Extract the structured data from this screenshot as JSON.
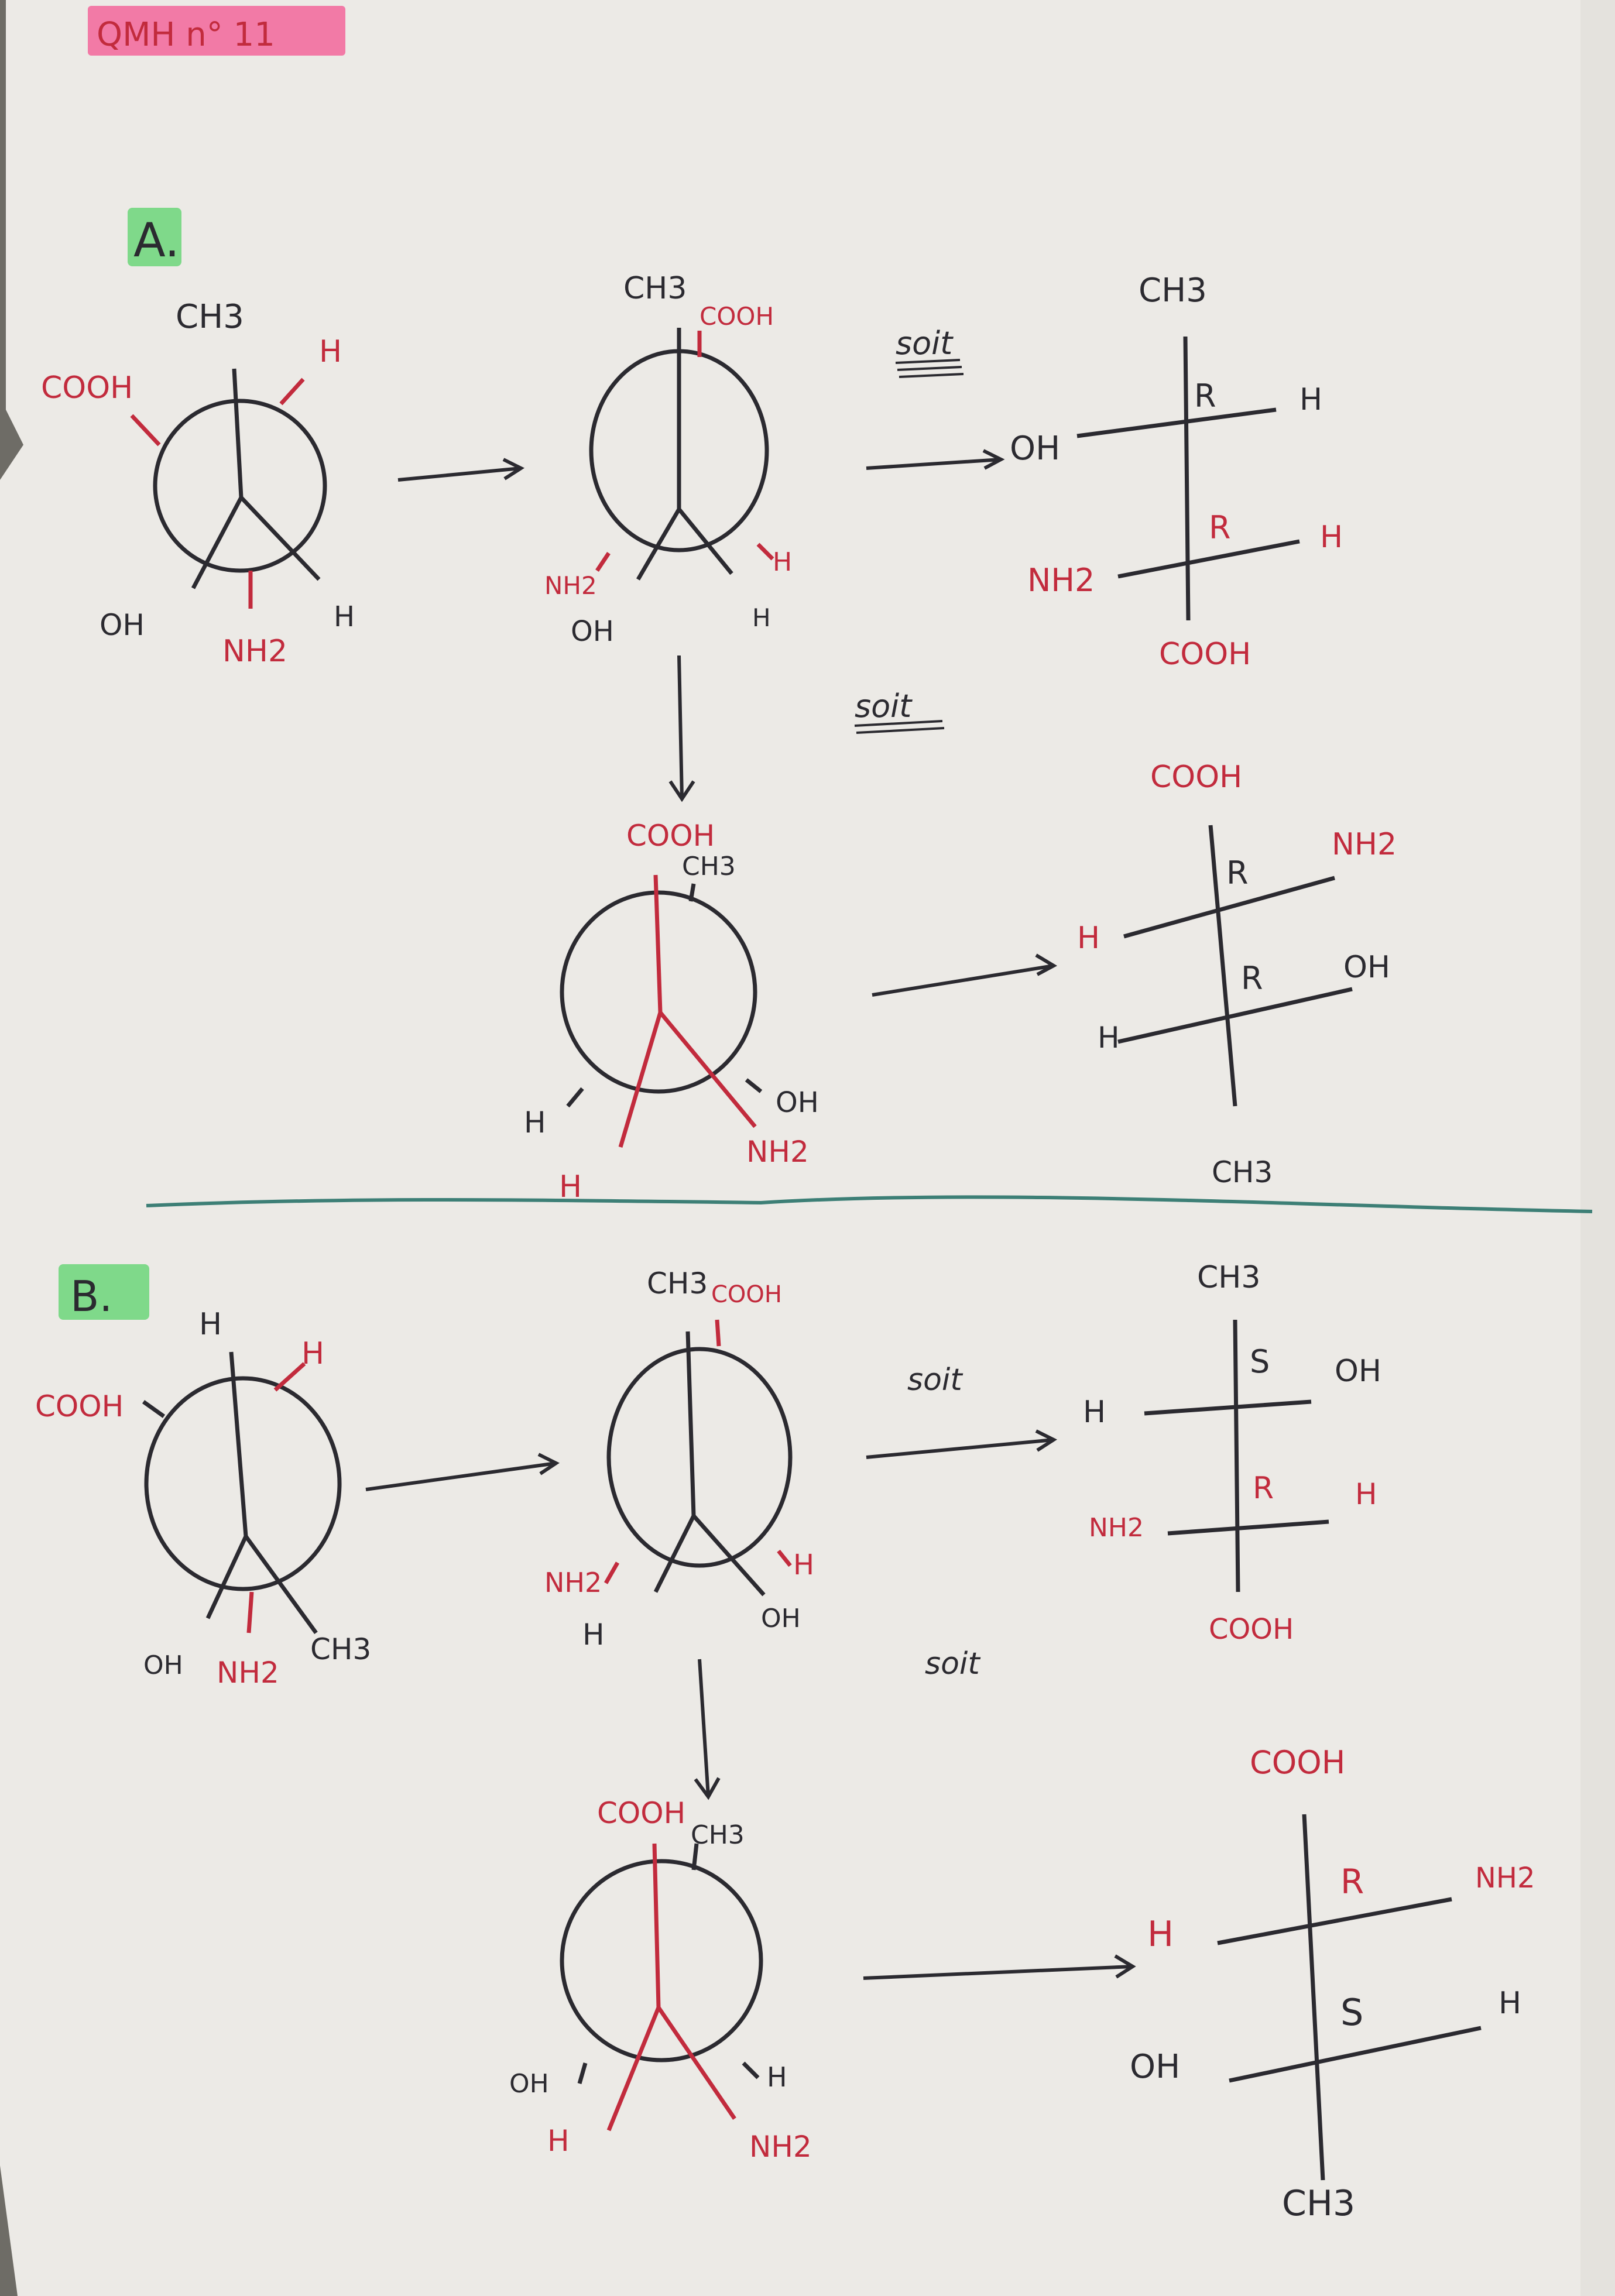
{
  "title": "QMH n° 11",
  "colors": {
    "ink": "#2b2a30",
    "red": "#c22b3d",
    "highlight_pink": "#f27aa6",
    "highlight_green": "#7fd98a",
    "divider": "#3d7f76"
  },
  "sectionA": {
    "label": "A.",
    "newman1": {
      "top": "CH3",
      "upper_left": "COOH",
      "upper_right": "H",
      "lower_left": "OH",
      "bottom": "NH2",
      "lower_right": "H"
    },
    "newman2": {
      "top_front": "CH3",
      "top_back": "COOH",
      "lower_left_back": "NH2",
      "lower_left_front": "OH",
      "lower_right_back": "H",
      "lower_right_front": "H"
    },
    "soit1": "soit",
    "soit2": "soit",
    "fischer1": {
      "top": "CH3",
      "left1": "OH",
      "right1": "H",
      "c1": "R",
      "left2": "NH2",
      "right2": "H",
      "c2": "R",
      "bottom": "COOH"
    },
    "newman3": {
      "top_front": "COOH",
      "top_back": "CH3",
      "lower_left_back": "H",
      "lower_left_front": "H",
      "lower_right_back": "OH",
      "lower_right_front": "NH2"
    },
    "fischer2": {
      "top": "COOH",
      "left1": "H",
      "right1": "NH2",
      "c1": "R",
      "left2": "H",
      "right2": "OH",
      "c2": "R",
      "bottom": "CH3"
    }
  },
  "sectionB": {
    "label": "B.",
    "newman1": {
      "top": "H",
      "upper_left": "COOH",
      "upper_right": "H",
      "lower_left": "OH",
      "bottom": "NH2",
      "lower_right": "CH3"
    },
    "newman2": {
      "top_front": "CH3",
      "top_back": "COOH",
      "lower_left_back": "NH2",
      "lower_left_front": "H",
      "lower_right_back": "H",
      "lower_right_front": "OH"
    },
    "soit1": "soit",
    "soit2": "soit",
    "fischer1": {
      "top": "CH3",
      "left1": "H",
      "right1": "OH",
      "c1": "S",
      "left2": "NH2",
      "right2": "H",
      "c2": "R",
      "bottom": "COOH"
    },
    "newman3": {
      "top_front": "COOH",
      "top_back": "CH3",
      "lower_left_back": "OH",
      "lower_left_front": "H",
      "lower_right_back": "H",
      "lower_right_front": "NH2"
    },
    "fischer2": {
      "top": "COOH",
      "left1": "H",
      "right1": "NH2",
      "c1": "R",
      "left2": "OH",
      "right2": "H",
      "c2": "S",
      "bottom": "CH3"
    }
  }
}
